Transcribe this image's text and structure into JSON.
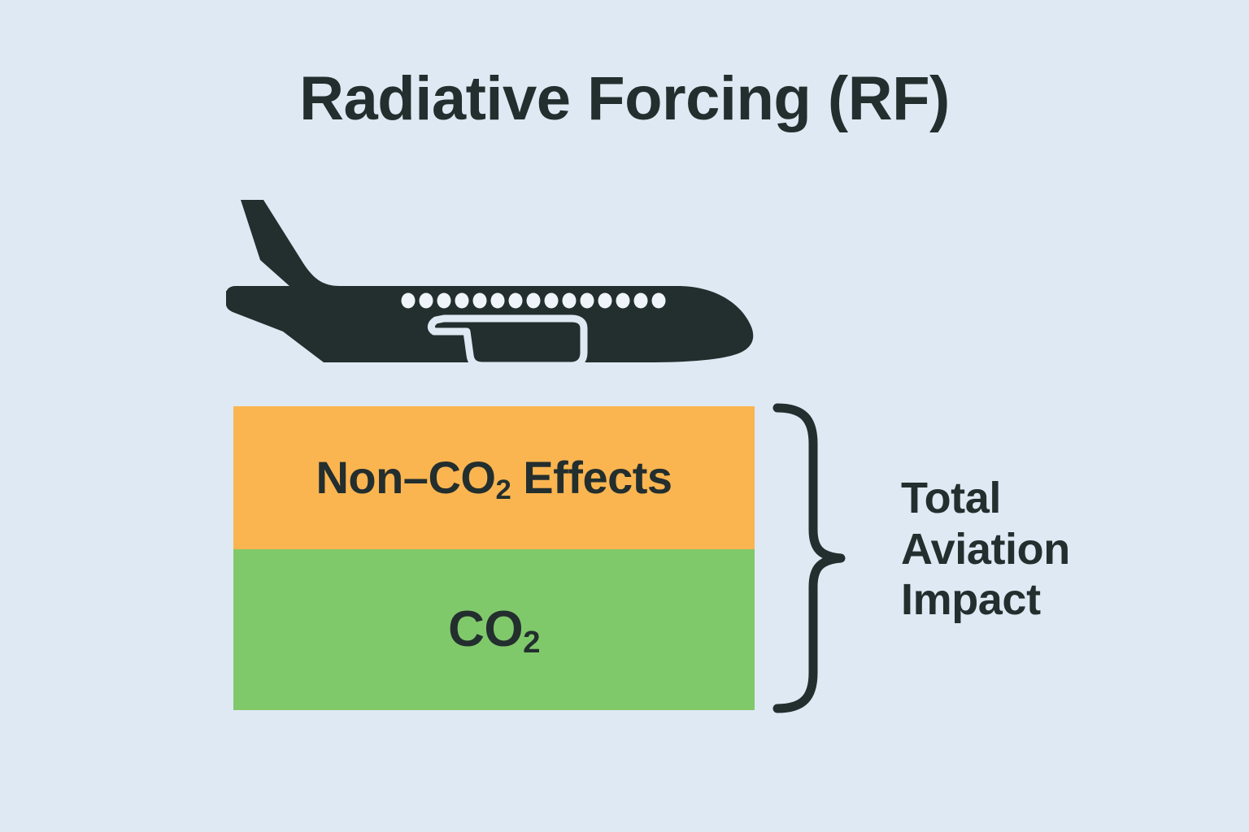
{
  "figure": {
    "title": "Radiative Forcing (RF)",
    "background_color": "#dfe9f3",
    "text_color": "#232e2e"
  },
  "illustration": {
    "icon_name": "airplane-silhouette-icon",
    "color": "#232e2e",
    "window_count": 15
  },
  "bar": {
    "segments": [
      {
        "label_html": "Non–CO",
        "label_sub": "2",
        "label_tail": " Effects",
        "label_plain": "Non–CO₂ Effects",
        "color": "#fab550"
      },
      {
        "label_html": "CO",
        "label_sub": "2",
        "label_tail": "",
        "label_plain": "CO₂",
        "color": "#80c96b"
      }
    ]
  },
  "bracket": {
    "icon_name": "curly-brace-icon",
    "color": "#232e2e"
  },
  "caption": {
    "lines": [
      "Total",
      "Aviation",
      "Impact"
    ],
    "full_text": "Total Aviation Impact"
  },
  "chart_data": {
    "type": "bar",
    "title": "Radiative Forcing (RF)",
    "orientation": "vertical-stacked",
    "categories": [
      "Total Aviation Impact"
    ],
    "series": [
      {
        "name": "CO₂",
        "values": [
          198
        ],
        "color": "#80c96b",
        "unit": "px-height"
      },
      {
        "name": "Non–CO₂ Effects",
        "values": [
          176
        ],
        "color": "#fab550",
        "unit": "px-height"
      }
    ],
    "stack_order_bottom_to_top": [
      "CO₂",
      "Non–CO₂ Effects"
    ],
    "share_of_total": {
      "CO₂": 0.53,
      "Non–CO₂ Effects": 0.47
    },
    "annotations": [
      "Total Aviation Impact"
    ],
    "xlabel": "",
    "ylabel": "",
    "grid": false,
    "legend": "none"
  }
}
